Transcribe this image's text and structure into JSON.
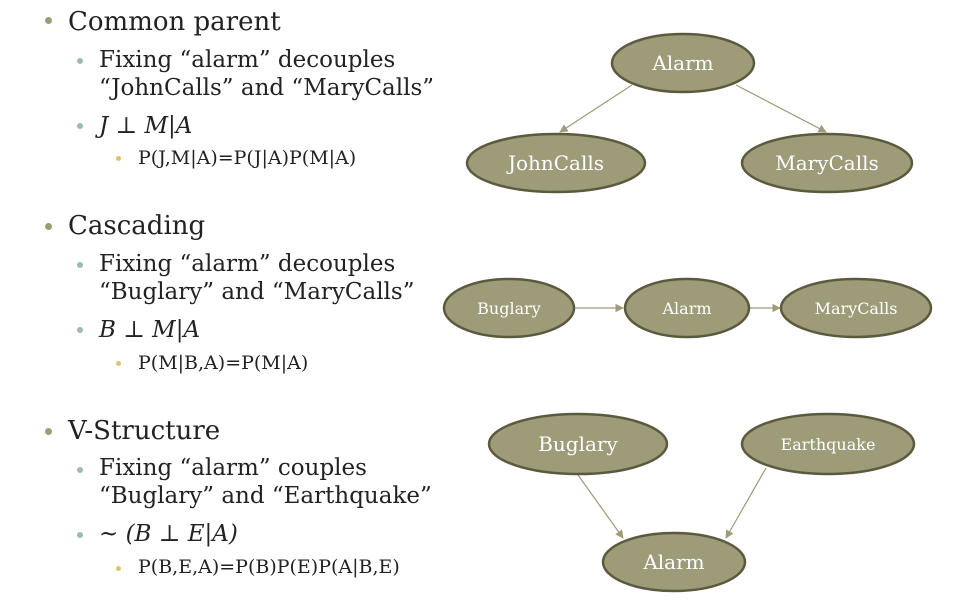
{
  "sections": [
    {
      "heading": "Common parent",
      "sub1_line1": "Fixing “alarm” decouples",
      "sub1_line2": "“JohnCalls” and “MaryCalls”",
      "independence": "J ⊥ M|A",
      "equation": "P(J,M|A)=P(J|A)P(M|A)"
    },
    {
      "heading": "Cascading",
      "sub1_line1": "Fixing “alarm” decouples",
      "sub1_line2": "“Buglary” and “MaryCalls”",
      "independence": "B ⊥ M|A",
      "equation": "P(M|B,A)=P(M|A)"
    },
    {
      "heading": "V-Structure",
      "sub1_line1": "Fixing “alarm” couples",
      "sub1_line2": "“Buglary” and “Earthquake”",
      "independence": "~ (B ⊥ E|A)",
      "equation": "P(B,E,A)=P(B)P(E)P(A|B,E)"
    }
  ],
  "diagrams": {
    "common_parent": {
      "parent": "Alarm",
      "left_child": "JohnCalls",
      "right_child": "MaryCalls"
    },
    "cascading": {
      "first": "Buglary",
      "middle": "Alarm",
      "last": "MaryCalls"
    },
    "v_structure": {
      "left_parent": "Buglary",
      "right_parent": "Earthquake",
      "child": "Alarm"
    }
  },
  "colors": {
    "node_fill": "#9d9b78",
    "node_stroke": "#5c5a3e",
    "edge": "#9d9b78",
    "bullet_l1": "#9d9b78",
    "bullet_l2": "#9fb8b8",
    "bullet_l3": "#d8c66a"
  }
}
